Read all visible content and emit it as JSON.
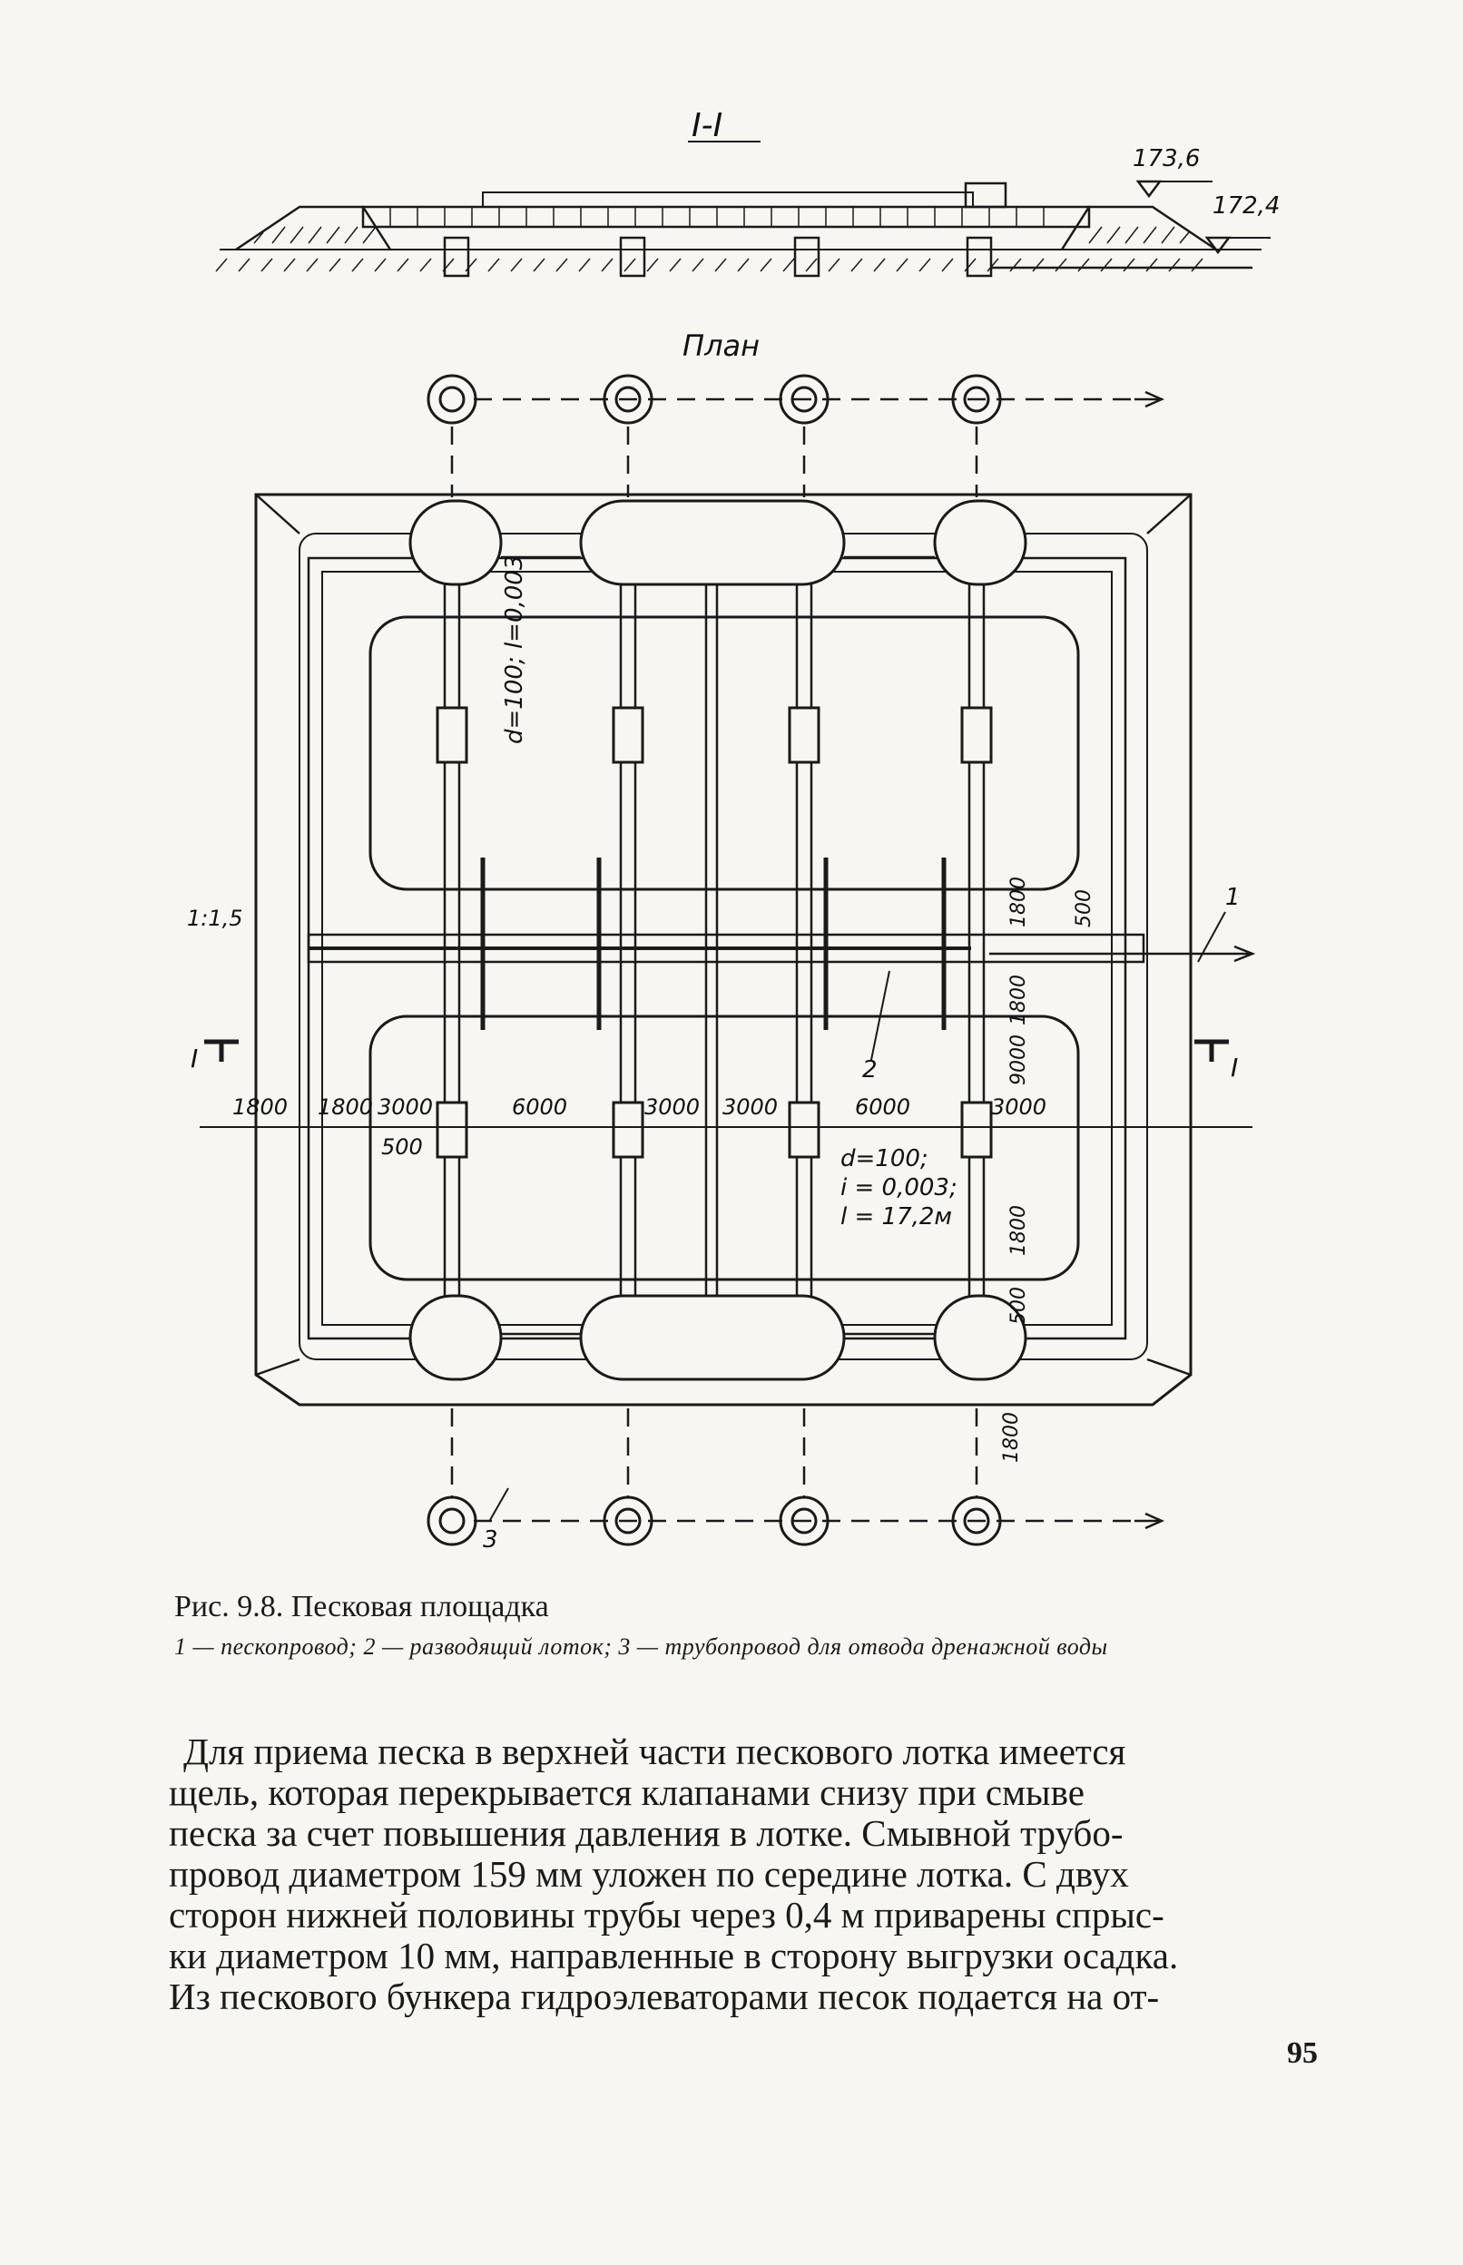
{
  "figure": {
    "section_label": "I-I",
    "plan_label": "План",
    "elevations": [
      "173,6",
      "172,4"
    ],
    "section_marks": [
      "I",
      "I"
    ],
    "callouts": [
      "1",
      "2",
      "3"
    ],
    "slope_label": "1:1,5",
    "pipe_label_top": "d=100;  l=0,003",
    "pipe_label_bottom": [
      "d=100;",
      "i = 0,003;",
      "l = 17,2м"
    ],
    "dims_horizontal": [
      "1800",
      "1800",
      "3000",
      "6000",
      "3000",
      "3000",
      "6000",
      "3000"
    ],
    "dim_500": "500",
    "dims_vertical": [
      "1800",
      "500",
      "1800",
      "9000",
      "1800",
      "500",
      "1800"
    ]
  },
  "caption": {
    "title": "Рис. 9.8. Песковая площадка",
    "legend": "1 — пескопровод;  2 — разводящий  лоток;  3 — трубопровод  для  отвода  дренажной  воды"
  },
  "body_lines": [
    "Для приема песка в верхней части пескового лотка имеется",
    "щель, которая перекрывается клапанами снизу при смыве",
    "песка за счет повышения давления в лотке. Смывной трубо-",
    "провод диаметром 159 мм уложен по середине лотка. С двух",
    "сторон нижней половины трубы через 0,4 м приварены спрыс-",
    "ки диаметром 10 мм, направленные в сторону выгрузки осадка.",
    "Из пескового бункера гидроэлеваторами песок подается на от-"
  ],
  "page_number": "95"
}
